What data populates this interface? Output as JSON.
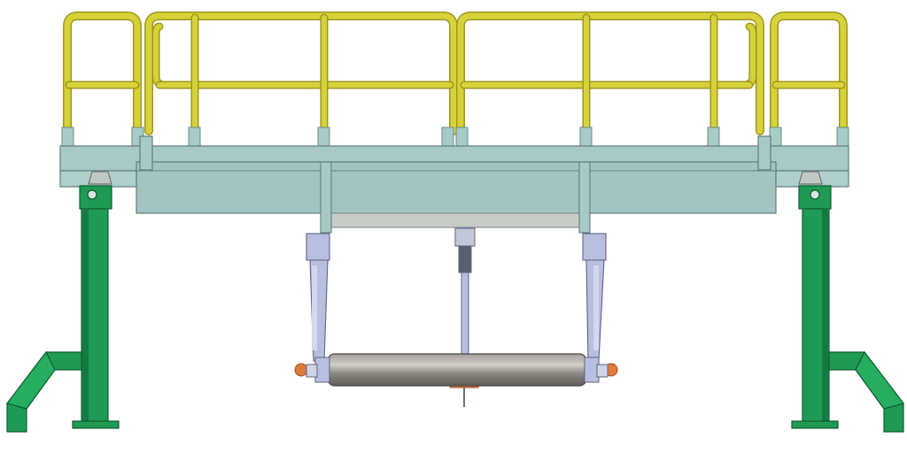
{
  "figure": {
    "kind": "mechanical CAD assembly",
    "view": "front elevation",
    "colors": {
      "background": "#ffffff",
      "railing": "#d8d23a",
      "railing_shade": "#b9b320",
      "platform": "#a9c9c6",
      "platform_edge": "#5f7f7c",
      "legs": "#1f9a55",
      "legs_shade": "#157a41",
      "brackets": "#b8bfe0",
      "roller": "#8e8a86",
      "roller_highlight": "#c9c4bf",
      "hardware": "#e07a3a",
      "post_cap": "#9fc6c2"
    },
    "components": [
      "safety-railing",
      "platform-deck",
      "left-support-leg",
      "right-support-leg",
      "hanger-assembly",
      "idler-roller",
      "center-tie-rod"
    ]
  }
}
